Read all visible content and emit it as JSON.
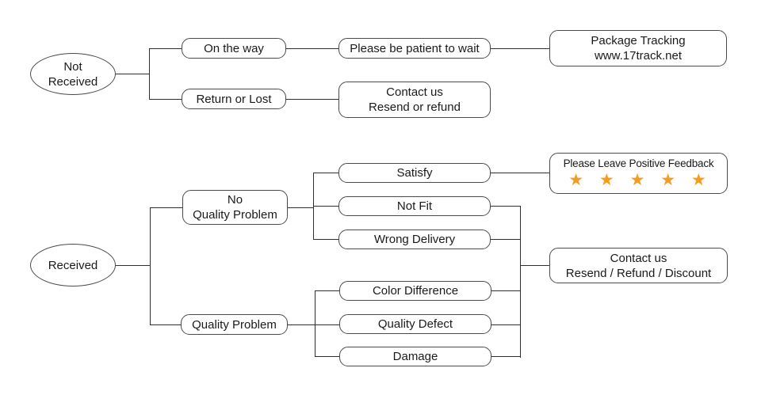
{
  "colors": {
    "line": "#2f2f2f",
    "box_border": "#4a4a4a",
    "text": "#1a1a1a",
    "star": "#F59B1E",
    "background": "#ffffff"
  },
  "nodes": {
    "not_received": {
      "line1": "Not",
      "line2": "Received"
    },
    "on_the_way": {
      "label": "On the way"
    },
    "return_or_lost": {
      "label": "Return or Lost"
    },
    "please_be_patient": {
      "label": "Please be patient to wait"
    },
    "package_tracking": {
      "line1": "Package Tracking",
      "line2": "www.17track.net"
    },
    "contact_resend_refund": {
      "line1": "Contact us",
      "line2": "Resend or refund"
    },
    "received": {
      "label": "Received"
    },
    "no_quality_problem": {
      "line1": "No",
      "line2": "Quality Problem"
    },
    "quality_problem": {
      "label": "Quality Problem"
    },
    "satisfy": {
      "label": "Satisfy"
    },
    "not_fit": {
      "label": "Not Fit"
    },
    "wrong_delivery": {
      "label": "Wrong Delivery"
    },
    "color_difference": {
      "label": "Color Difference"
    },
    "quality_defect": {
      "label": "Quality Defect"
    },
    "damage": {
      "label": "Damage"
    },
    "positive_feedback": {
      "label": "Please Leave Positive Feedback",
      "stars": "★ ★ ★ ★ ★"
    },
    "contact_resend_refund_discount": {
      "line1": "Contact us",
      "line2": "Resend / Refund / Discount"
    }
  }
}
